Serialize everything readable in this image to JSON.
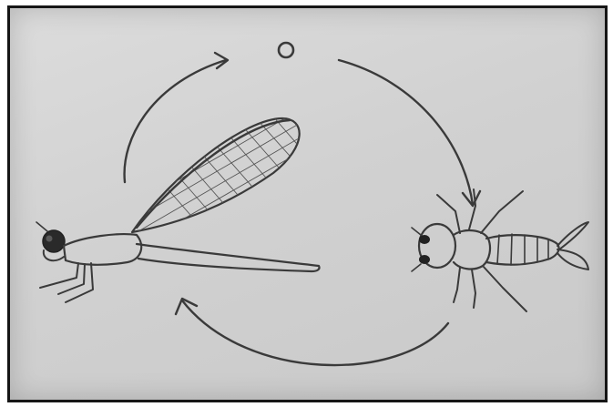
{
  "diagram": {
    "kind": "life-cycle",
    "stages": [
      {
        "id": "egg",
        "icon": "egg-icon"
      },
      {
        "id": "nymph",
        "icon": "nymph-icon"
      },
      {
        "id": "adult",
        "icon": "damselfly-adult-icon"
      }
    ],
    "ink_color": "#3a3a3a",
    "paper_color": "#d4d4d4",
    "frame_color": "#161616"
  }
}
